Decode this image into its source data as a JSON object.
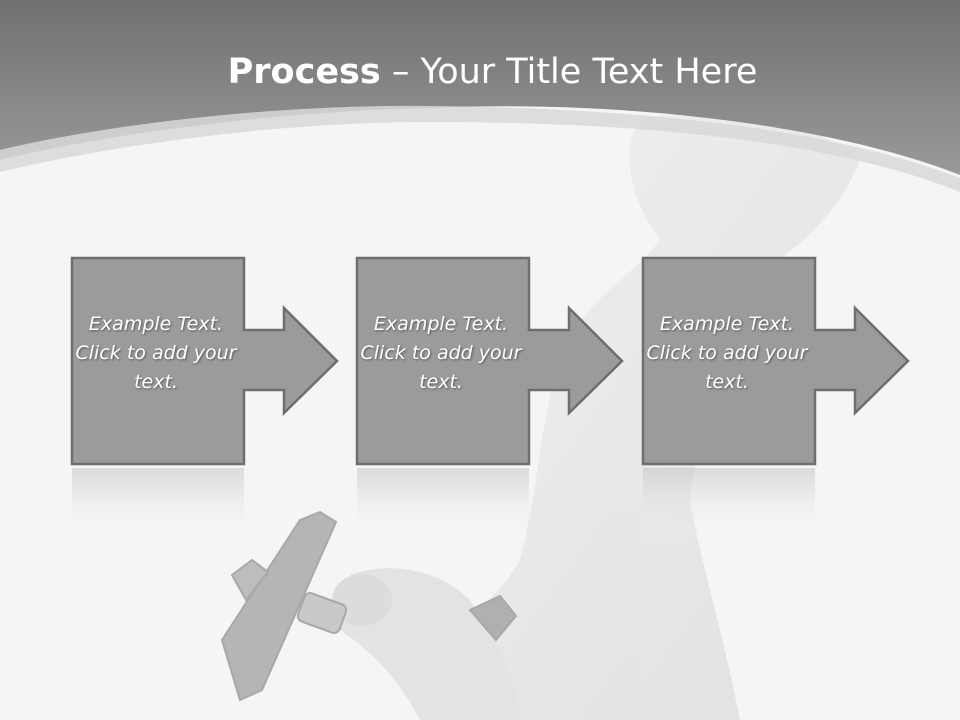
{
  "slide": {
    "title_bold": "Process",
    "title_rest": " – Your Title Text Here",
    "steps": [
      {
        "text": "Example Text. Click  to add your text."
      },
      {
        "text": "Example Text. Click  to add your text."
      },
      {
        "text": "Example Text. Click  to add your text."
      }
    ]
  },
  "colors": {
    "header": "#8a8a8a",
    "box_fill": "#9b9b9b",
    "box_border": "#6e6e6e",
    "background": "#f5f5f5"
  }
}
